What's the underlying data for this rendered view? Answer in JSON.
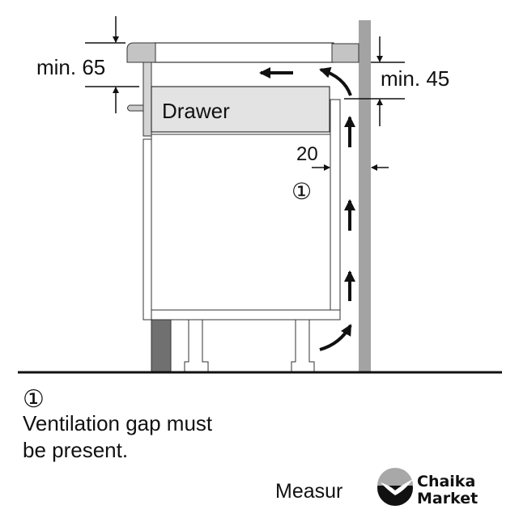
{
  "diagram": {
    "dim_top": "min. 65",
    "dim_right": "min. 45",
    "dim_gap": "20",
    "drawer_label": "Drawer",
    "callout_marker": "①"
  },
  "legend": {
    "marker": "①",
    "line1": "Ventilation gap must",
    "line2": "be present."
  },
  "footer": {
    "caption": "Measur",
    "logo_line1": "Chaika",
    "logo_line2": "Market"
  },
  "colors": {
    "wall": "#a3a3a3",
    "plinth": "#707070",
    "panel": "#d4d4d4",
    "drawer": "#e3e3e3",
    "stroke": "#333333"
  }
}
